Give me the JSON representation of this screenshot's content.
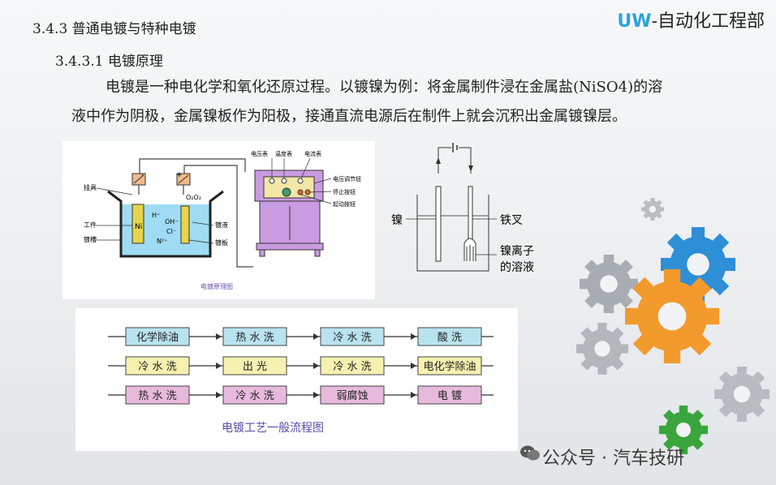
{
  "header": {
    "section": "3.4.3 普通电镀与特种电镀",
    "subsection": "3.4.3.1 电镀原理",
    "brand_prefix": "UW",
    "brand_rest": "-自动化工程部"
  },
  "body_text": {
    "line1": "电镀是一种电化学和氧化还原过程。以镀镍为例：将金属制件浸在金属盐(NiSO4)的溶",
    "line2": "液中作为阴极，金属镍板作为阳极，接通直流电源后在制件上就会沉积出金属镀镍层。"
  },
  "figure_principle": {
    "caption": "电镀原理图",
    "labels": {
      "hanger": "挂具",
      "workpiece": "工件",
      "tank": "镀槽",
      "bath": "镀液",
      "plate": "镀板",
      "voltmeter": "电压表",
      "thermometer": "温度表",
      "ammeter": "电流表",
      "voltage_knob": "电压调节钮",
      "stop_button": "停止按钮",
      "start_button": "起动按钮",
      "minus": "-",
      "plus": "+",
      "ni": "Ni",
      "h": "H⁺",
      "oh": "OH⁻",
      "cl": "Cl⁻",
      "n2": "N²⁺",
      "o2": "O₂O₂"
    }
  },
  "figure_fork": {
    "nickel": "镍",
    "fork": "铁叉",
    "solution_l1": "镍离子",
    "solution_l2": "的溶液"
  },
  "flow": {
    "caption": "电镀工艺一般流程图",
    "rows": [
      [
        "化学除油",
        "热 水 洗",
        "冷 水 洗",
        "酸   洗"
      ],
      [
        "冷 水 洗",
        "出   光",
        "冷 水 洗",
        "电化学除油"
      ],
      [
        "热 水 洗",
        "冷 水 洗",
        "弱腐蚀",
        "电   镀"
      ]
    ],
    "colors": [
      "#b9e3ef",
      "#f6f1b0",
      "#e7b9dd"
    ]
  },
  "footer": {
    "account": "公众号 · 汽车技研"
  }
}
